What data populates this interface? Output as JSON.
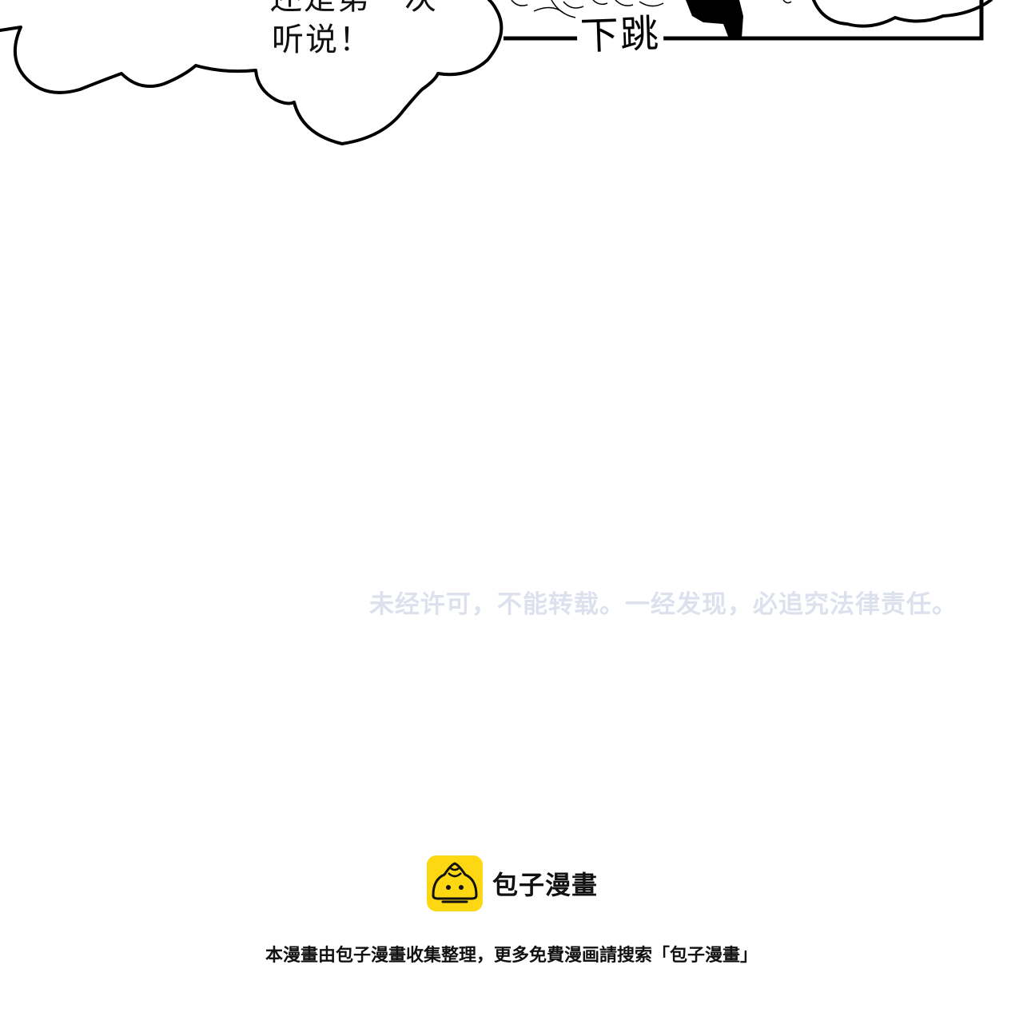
{
  "comic": {
    "bubble_lines": [
      "还是第一次",
      "听说！"
    ],
    "sfx": "下跳"
  },
  "watermark": {
    "text": "未经许可，不能转载。一经发现，必追究法律责任。",
    "color": "#dde1ee"
  },
  "brand": {
    "name": "包子漫畫",
    "logo_icon": "baozi-bun-icon",
    "logo_color": "#fcd712"
  },
  "footer": {
    "note": "本漫畫由包子漫畫收集整理，更多免費漫画請搜索「包子漫畫」"
  }
}
